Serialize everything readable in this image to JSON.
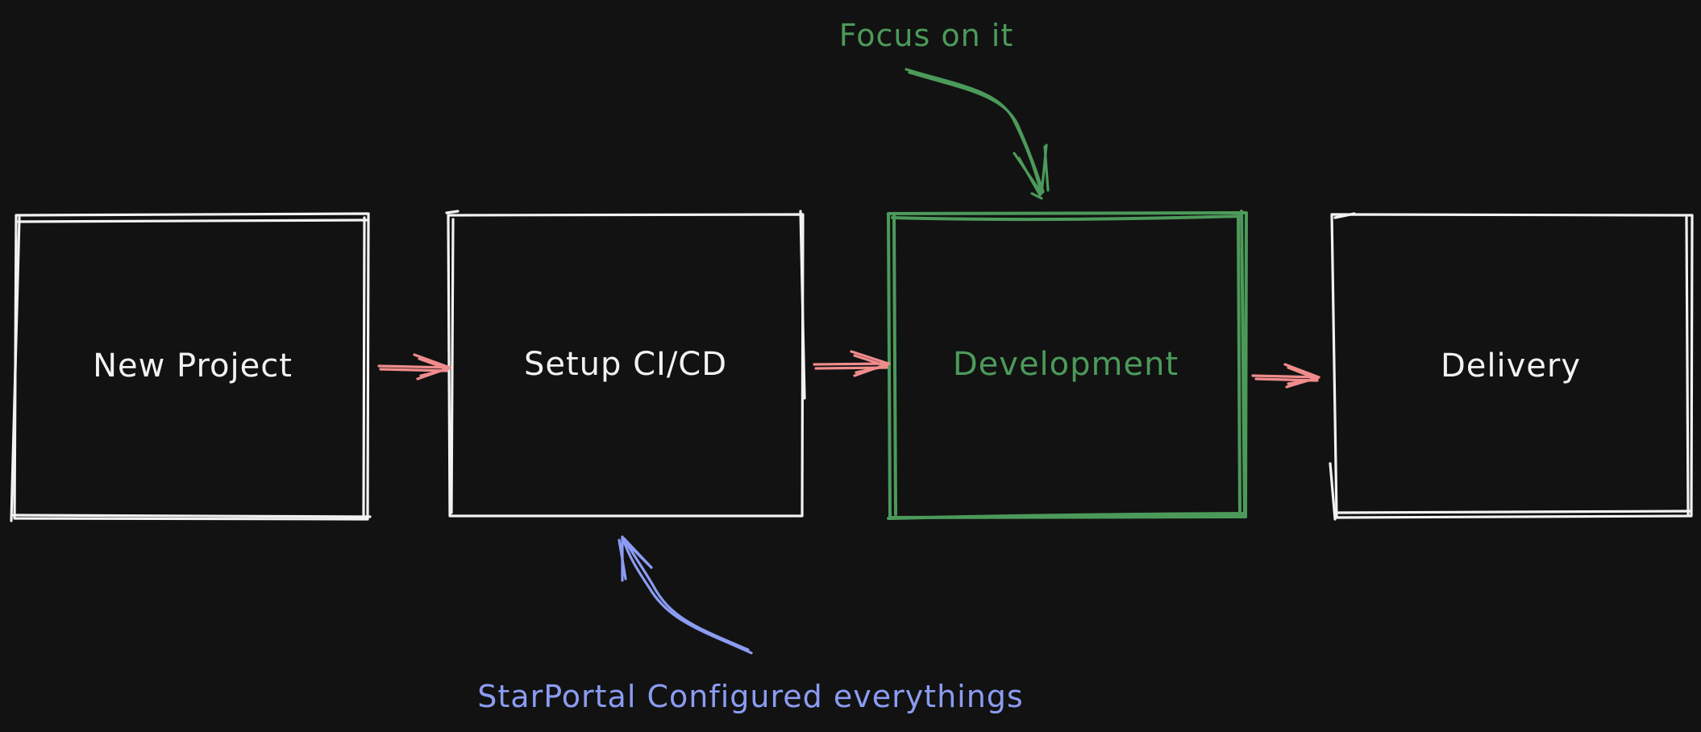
{
  "steps": [
    {
      "label": "New Project",
      "color": "#f2f2f2"
    },
    {
      "label": "Setup CI/CD",
      "color": "#f2f2f2"
    },
    {
      "label": "Development",
      "color": "#4c9a5a"
    },
    {
      "label": "Delivery",
      "color": "#f2f2f2"
    }
  ],
  "connector_color": "#f08c8c",
  "notes": {
    "focus": {
      "text": "Focus on it",
      "color": "#4c9a5a",
      "target": "Development"
    },
    "starportal": {
      "text": "StarPortal Configured everythings",
      "color": "#8b9cf2",
      "target": "Setup CI/CD"
    }
  },
  "background": "#121212"
}
